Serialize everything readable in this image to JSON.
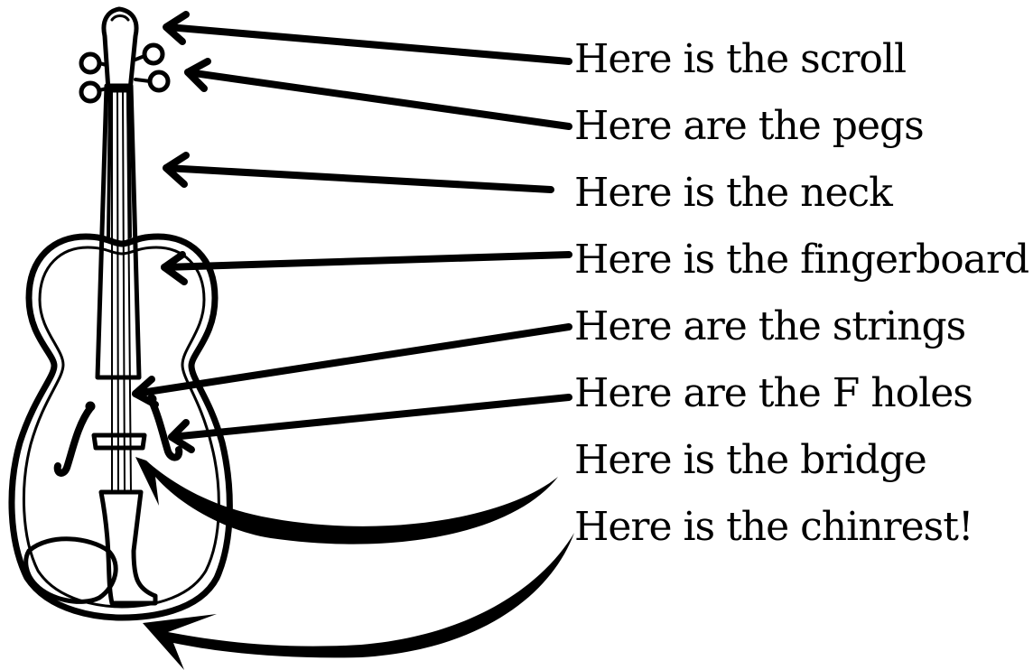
{
  "diagram": {
    "subject_icon": "violin-icon",
    "ink_color": "#000000",
    "background_color": "#ffffff",
    "labels": [
      {
        "id": "scroll",
        "text": "Here is the scroll"
      },
      {
        "id": "pegs",
        "text": "Here are the pegs"
      },
      {
        "id": "neck",
        "text": "Here is the neck"
      },
      {
        "id": "fingerboard",
        "text": "Here is the fingerboard"
      },
      {
        "id": "strings",
        "text": "Here are the strings"
      },
      {
        "id": "f-holes",
        "text": "Here are the F holes"
      },
      {
        "id": "bridge",
        "text": "Here is the bridge"
      },
      {
        "id": "chinrest",
        "text": "Here is the chinrest!"
      }
    ]
  }
}
